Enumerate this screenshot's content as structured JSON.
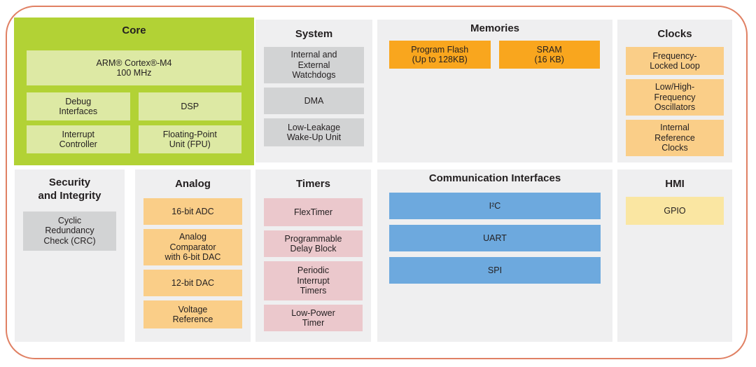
{
  "colors": {
    "outer_border": "#E08063",
    "core_background": "#B2D235",
    "core_block": "#DDE9A4",
    "panel_background": "#EFEFF0",
    "gray_block": "#D2D3D4",
    "orange_block": "#F9A61E",
    "light_orange_block": "#FACE88",
    "pink_block": "#EBC8CC",
    "blue_block": "#6DA9DE",
    "yellow_block": "#FAE6A2",
    "text": "#231F20"
  },
  "sections": {
    "core": {
      "header": "Core",
      "cpu": "ARM® Cortex®-M4\n100 MHz",
      "blocks": [
        "Debug\nInterfaces",
        "DSP",
        "Interrupt\nController",
        "Floating-Point\nUnit (FPU)"
      ]
    },
    "system": {
      "header": "System",
      "blocks": [
        "Internal and\nExternal\nWatchdogs",
        "DMA",
        "Low-Leakage\nWake-Up Unit"
      ]
    },
    "memories": {
      "header": "Memories",
      "blocks": [
        "Program Flash\n(Up to 128KB)",
        "SRAM\n(16 KB)"
      ]
    },
    "clocks": {
      "header": "Clocks",
      "blocks": [
        "Frequency-\nLocked Loop",
        "Low/High-\nFrequency\nOscillators",
        "Internal\nReference\nClocks"
      ]
    },
    "security": {
      "header": "Security\nand Integrity",
      "blocks": [
        "Cyclic\nRedundancy\nCheck (CRC)"
      ]
    },
    "analog": {
      "header": "Analog",
      "blocks": [
        "16-bit ADC",
        "Analog\nComparator\nwith 6-bit DAC",
        "12-bit DAC",
        "Voltage\nReference"
      ]
    },
    "timers": {
      "header": "Timers",
      "blocks": [
        "FlexTimer",
        "Programmable\nDelay Block",
        "Periodic\nInterrupt\nTimers",
        "Low-Power\nTimer"
      ]
    },
    "comm": {
      "header": "Communication Interfaces",
      "blocks": [
        "I²C",
        "UART",
        "SPI"
      ]
    },
    "hmi": {
      "header": "HMI",
      "blocks": [
        "GPIO"
      ]
    }
  }
}
